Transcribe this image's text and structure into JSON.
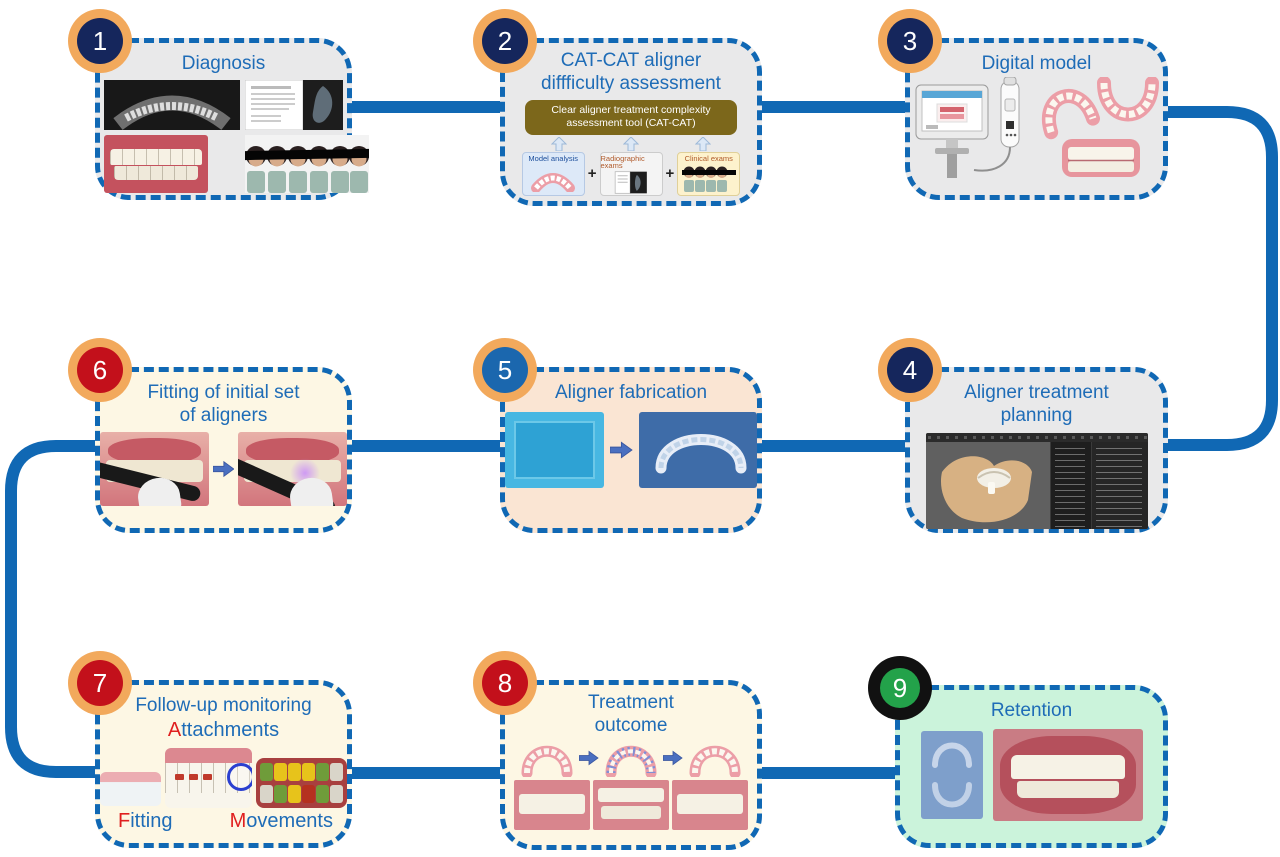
{
  "figure": {
    "steps": [
      {
        "number": "1",
        "title": "Diagnosis"
      },
      {
        "number": "2",
        "title": "CAT-CAT aligner diffficulty assessment",
        "tool_label": "Clear aligner treatment complexity assessment tool (CAT-CAT)",
        "plus": "+",
        "inputs": [
          {
            "label": "Model analysis"
          },
          {
            "label": "Radiographic exams"
          },
          {
            "label": "Clinical exams"
          }
        ]
      },
      {
        "number": "3",
        "title": "Digital model"
      },
      {
        "number": "4",
        "title": "Aligner treatment planning"
      },
      {
        "number": "5",
        "title": "Aligner fabrication"
      },
      {
        "number": "6",
        "title": "Fitting of initial set of aligners"
      },
      {
        "number": "7",
        "title": "Follow-up monitoring",
        "annotations": {
          "attachments_first": "A",
          "attachments_rest": "ttachments",
          "fitting_first": "F",
          "fitting_rest": "itting",
          "movements_first": "M",
          "movements_rest": "ovements"
        }
      },
      {
        "number": "8",
        "title": "Treatment outcome"
      },
      {
        "number": "9",
        "title": "Retention"
      }
    ],
    "colors": {
      "connector": "#1068b4",
      "box_border": "#1068b4",
      "title_text": "#1e6cb7",
      "badge_ring_orange": "#f2a95c",
      "badge_ring_black": "#111111",
      "badge_navy": "#15265c",
      "badge_blue": "#1b67ae",
      "badge_red": "#c3101b",
      "badge_green": "#23a24a",
      "box_gray": "#e9e9ea",
      "box_cream": "#fdf7e4",
      "box_peach": "#fae5d3",
      "box_mint": "#cbf3db",
      "tool_box_brown": "#7c671b",
      "annotation_letter_red": "#e01f1f"
    }
  }
}
